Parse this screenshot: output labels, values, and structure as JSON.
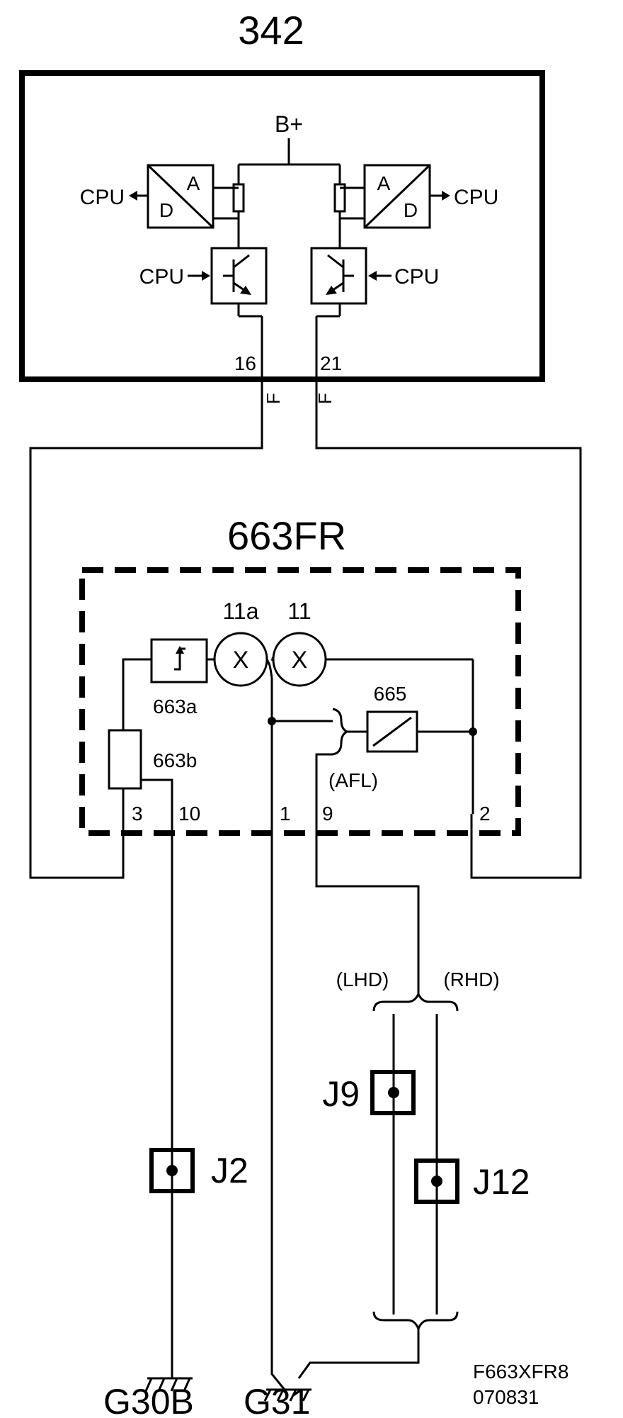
{
  "title": "342",
  "module": {
    "supply_label": "B+",
    "cpu_out_left": "CPU",
    "cpu_out_right": "CPU",
    "cpu_in_left": "CPU",
    "cpu_in_right": "CPU",
    "adc_letter_a": "A",
    "adc_letter_d": "D",
    "pins": [
      "16",
      "21"
    ],
    "pin_marker": "F"
  },
  "lamp_unit": {
    "title": "663FR",
    "bulb_11a_label": "11a",
    "bulb_11_label": "11",
    "bulb_symbol": "X",
    "flasher_label": "663a",
    "resistor_label": "663b",
    "relay_label": "665",
    "afl_label": "(AFL)",
    "pins": [
      "3",
      "10",
      "1",
      "9",
      "2"
    ]
  },
  "variants": {
    "lhd": "(LHD)",
    "rhd": "(RHD)"
  },
  "connectors": {
    "j9": "J9",
    "j12": "J12",
    "j2": "J2"
  },
  "grounds": {
    "g30b": "G30B",
    "g31": "G31"
  },
  "footer": {
    "code": "F663XFR8",
    "date": "070831"
  }
}
